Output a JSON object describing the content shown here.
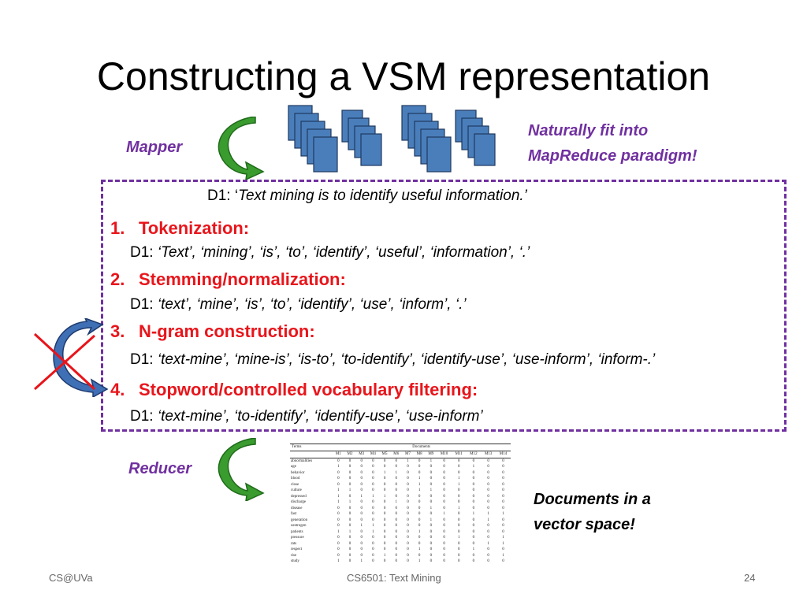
{
  "title": "Constructing a VSM representation",
  "mapper_label": "Mapper",
  "reducer_label": "Reducer",
  "note_mapreduce": [
    "Naturally fit into",
    "MapReduce paradigm!"
  ],
  "note_vector": [
    "Documents in a",
    "vector space!"
  ],
  "d1_sentence": {
    "prefix": "D1: ‘",
    "text": "Text mining is to identify useful information.’"
  },
  "steps": [
    {
      "num": "1.",
      "label": "Tokenization:",
      "d1_prefix": "D1: ",
      "d1": "‘Text’, ‘mining’, ‘is’, ‘to’, ‘identify’, ‘useful’, ‘information’, ‘.’"
    },
    {
      "num": "2.",
      "label": "Stemming/normalization:",
      "d1_prefix": "D1: ",
      "d1": "‘text’, ‘mine’, ‘is’, ‘to’, ‘identify’, ‘use’, ‘inform’, ‘.’"
    },
    {
      "num": "3.",
      "label": "N-gram construction:",
      "d1_prefix": "D1: ",
      "d1": "‘text-mine’, ‘mine-is’, ‘is-to’, ‘to-identify’, ‘identify-use’, ‘use-inform’, ‘inform-.’"
    },
    {
      "num": "4.",
      "label": "Stopword/controlled vocabulary filtering:",
      "d1_prefix": "D1: ",
      "d1": "‘text-mine’, ‘to-identify’, ‘identify-use’, ‘use-inform’"
    }
  ],
  "matrix": {
    "corner": "Terms",
    "group_header": "Documents",
    "columns": [
      "M1",
      "M2",
      "M3",
      "M4",
      "M5",
      "M6",
      "M7",
      "M8",
      "M9",
      "M10",
      "M11",
      "M12",
      "M13",
      "M14"
    ],
    "rows": [
      {
        "term": "abnormalities",
        "values": [
          0,
          0,
          0,
          0,
          0,
          0,
          1,
          0,
          1,
          0,
          0,
          0,
          0,
          0
        ]
      },
      {
        "term": "age",
        "values": [
          1,
          0,
          0,
          0,
          0,
          0,
          0,
          0,
          0,
          0,
          0,
          1,
          0,
          0
        ]
      },
      {
        "term": "behavior",
        "values": [
          0,
          0,
          0,
          0,
          1,
          1,
          0,
          0,
          0,
          0,
          0,
          0,
          0,
          0
        ]
      },
      {
        "term": "blood",
        "values": [
          0,
          0,
          0,
          0,
          0,
          0,
          0,
          1,
          0,
          0,
          1,
          0,
          0,
          0
        ]
      },
      {
        "term": "close",
        "values": [
          0,
          0,
          0,
          0,
          0,
          0,
          0,
          1,
          0,
          0,
          1,
          0,
          0,
          0
        ]
      },
      {
        "term": "culture",
        "values": [
          1,
          1,
          0,
          0,
          0,
          0,
          0,
          1,
          1,
          0,
          0,
          0,
          0,
          0
        ]
      },
      {
        "term": "depressed",
        "values": [
          1,
          0,
          1,
          1,
          1,
          0,
          0,
          0,
          0,
          0,
          0,
          0,
          0,
          0
        ]
      },
      {
        "term": "discharge",
        "values": [
          1,
          1,
          0,
          0,
          0,
          1,
          0,
          0,
          0,
          0,
          0,
          0,
          0,
          0
        ]
      },
      {
        "term": "disease",
        "values": [
          0,
          0,
          0,
          0,
          0,
          0,
          0,
          0,
          1,
          0,
          1,
          0,
          0,
          0
        ]
      },
      {
        "term": "fast",
        "values": [
          0,
          0,
          0,
          0,
          0,
          0,
          0,
          0,
          0,
          1,
          0,
          1,
          1,
          1
        ]
      },
      {
        "term": "generation",
        "values": [
          0,
          0,
          0,
          0,
          0,
          0,
          0,
          0,
          1,
          0,
          0,
          0,
          1,
          0
        ]
      },
      {
        "term": "oestrogen",
        "values": [
          0,
          0,
          1,
          1,
          0,
          0,
          0,
          0,
          0,
          0,
          0,
          0,
          0,
          0
        ]
      },
      {
        "term": "patients",
        "values": [
          1,
          1,
          0,
          1,
          0,
          0,
          0,
          1,
          0,
          0,
          0,
          0,
          0,
          0
        ]
      },
      {
        "term": "pressure",
        "values": [
          0,
          0,
          0,
          0,
          0,
          0,
          0,
          0,
          0,
          0,
          1,
          0,
          0,
          1
        ]
      },
      {
        "term": "rats",
        "values": [
          0,
          0,
          0,
          0,
          0,
          0,
          0,
          0,
          0,
          0,
          0,
          0,
          1,
          1
        ]
      },
      {
        "term": "respect",
        "values": [
          0,
          0,
          0,
          0,
          0,
          0,
          0,
          1,
          0,
          0,
          0,
          1,
          0,
          0
        ]
      },
      {
        "term": "rise",
        "values": [
          0,
          0,
          0,
          0,
          1,
          0,
          0,
          0,
          0,
          0,
          0,
          0,
          0,
          1
        ]
      },
      {
        "term": "study",
        "values": [
          1,
          0,
          1,
          0,
          0,
          0,
          0,
          1,
          0,
          0,
          0,
          0,
          0,
          0
        ]
      }
    ]
  },
  "footer": {
    "left": "CS@UVa",
    "center": "CS6501: Text Mining",
    "right": "24"
  },
  "colors": {
    "purple": "#7030a0",
    "red": "#e8151b",
    "doc_blue": "#4a7ebb",
    "arrow_green": "#3a9b2e",
    "arrow_blue": "#3f6fb5"
  }
}
